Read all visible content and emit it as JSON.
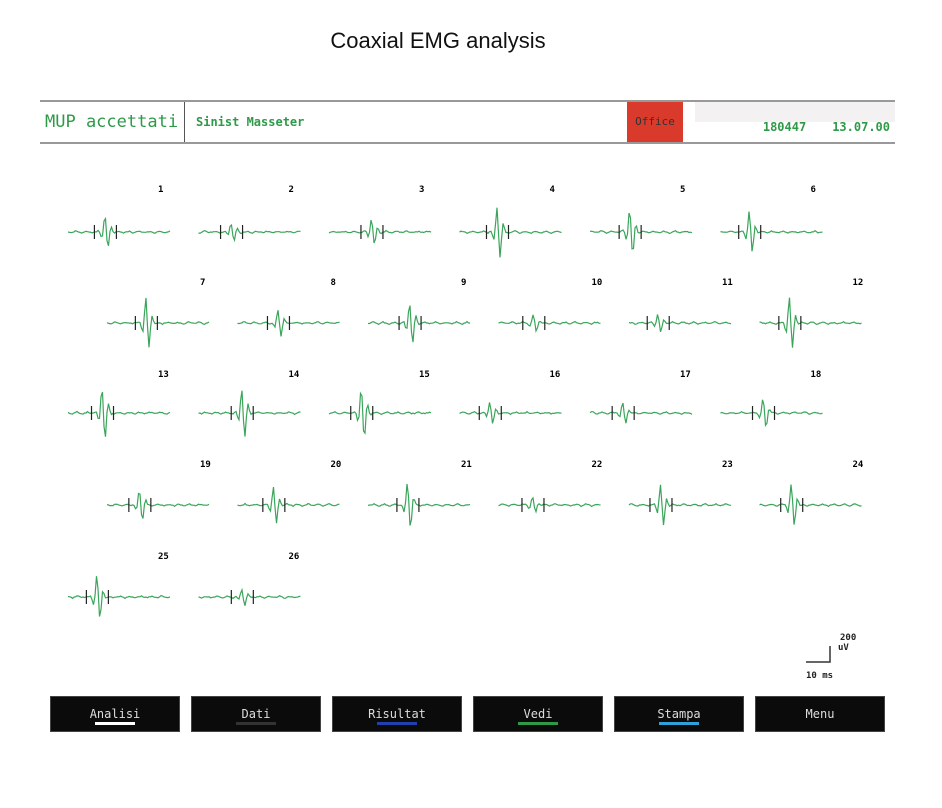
{
  "caption": "Coaxial EMG analysis",
  "header": {
    "title": "MUP accettati",
    "muscle": "Sinist Masseter",
    "status": "Office",
    "id": "180447",
    "time": "13.07.00"
  },
  "traces": {
    "labels": [
      "1",
      "2",
      "3",
      "4",
      "5",
      "6",
      "7",
      "8",
      "9",
      "10",
      "11",
      "12",
      "13",
      "14",
      "15",
      "16",
      "17",
      "18",
      "19",
      "20",
      "21",
      "22",
      "23",
      "24",
      "25",
      "26"
    ],
    "color": "#3aa55a"
  },
  "scale": {
    "amplitude": "200",
    "amplitude_unit": "uV",
    "time": "10 ms"
  },
  "buttons": [
    {
      "label": "Analisi",
      "color": "#ffffff"
    },
    {
      "label": "Dati",
      "color": "#333333"
    },
    {
      "label": "Risultat",
      "color": "#2040b0"
    },
    {
      "label": "Vedi",
      "color": "#2e9a48"
    },
    {
      "label": "Stampa",
      "color": "#30a0d8"
    },
    {
      "label": "Menu",
      "color": "#0b0b0b"
    }
  ]
}
